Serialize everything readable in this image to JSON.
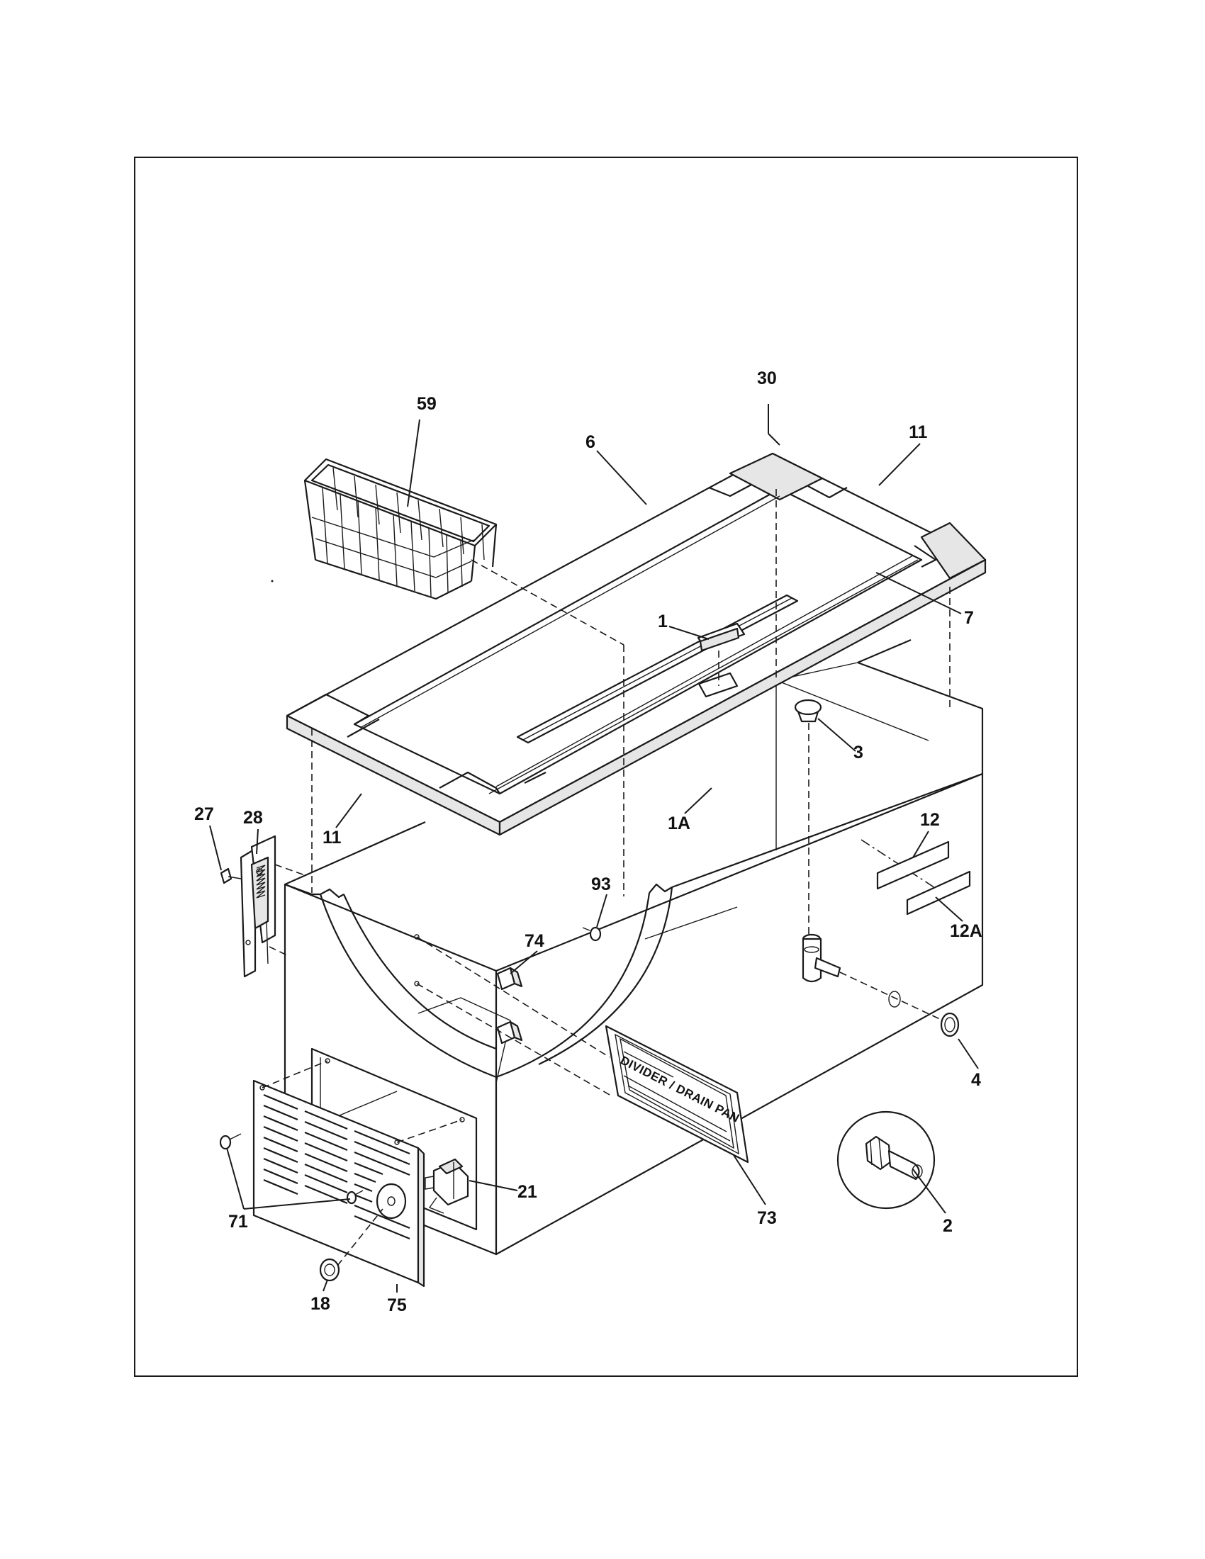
{
  "colors": {
    "line": "#1a1a1a",
    "background": "#ffffff",
    "fill_light": "#e6e6e6"
  },
  "callouts": {
    "c1": "1",
    "c1a": "1A",
    "c2": "2",
    "c3": "3",
    "c4": "4",
    "c6": "6",
    "c7": "7",
    "c11_top": "11",
    "c11_left": "11",
    "c12": "12",
    "c12a": "12A",
    "c18": "18",
    "c21": "21",
    "c27": "27",
    "c28": "28",
    "c30": "30",
    "c59": "59",
    "c71": "71",
    "c73": "73",
    "c74": "74",
    "c75": "75",
    "c93": "93"
  },
  "labels": {
    "divider_panel": "DIVIDER / DRAIN PAN"
  }
}
